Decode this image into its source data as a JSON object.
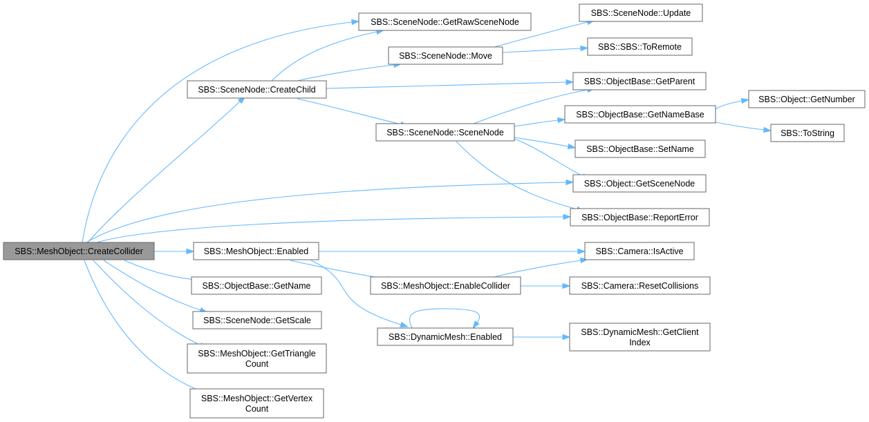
{
  "colors": {
    "edge": "#63b8ff",
    "node_border": "#666666",
    "root_fill": "#999999",
    "node_fill": "#ffffff"
  },
  "nodes": {
    "create_collider": [
      "SBS::MeshObject::CreateCollider"
    ],
    "get_raw_scene_node": [
      "SBS::SceneNode::GetRawSceneNode"
    ],
    "scenenode_update": [
      "SBS::SceneNode::Update"
    ],
    "scenenode_move": [
      "SBS::SceneNode::Move"
    ],
    "to_remote": [
      "SBS::SBS::ToRemote"
    ],
    "create_child": [
      "SBS::SceneNode::CreateChild"
    ],
    "get_parent": [
      "SBS::ObjectBase::GetParent"
    ],
    "object_get_number": [
      "SBS::Object::GetNumber"
    ],
    "get_name_base": [
      "SBS::ObjectBase::GetNameBase"
    ],
    "scenenode_ctor": [
      "SBS::SceneNode::SceneNode"
    ],
    "to_string": [
      "SBS::ToString"
    ],
    "set_name": [
      "SBS::ObjectBase::SetName"
    ],
    "get_scene_node": [
      "SBS::Object::GetSceneNode"
    ],
    "report_error": [
      "SBS::ObjectBase::ReportError"
    ],
    "mesh_enabled": [
      "SBS::MeshObject::Enabled"
    ],
    "camera_is_active": [
      "SBS::Camera::IsActive"
    ],
    "get_name": [
      "SBS::ObjectBase::GetName"
    ],
    "enable_collider": [
      "SBS::MeshObject::EnableCollider"
    ],
    "reset_collisions": [
      "SBS::Camera::ResetCollisions"
    ],
    "get_scale": [
      "SBS::SceneNode::GetScale"
    ],
    "dynmesh_enabled": [
      "SBS::DynamicMesh::Enabled"
    ],
    "get_client_index": [
      "SBS::DynamicMesh::GetClient",
      "Index"
    ],
    "get_triangle_count": [
      "SBS::MeshObject::GetTriangle",
      "Count"
    ],
    "get_vertex_count": [
      "SBS::MeshObject::GetVertex",
      "Count"
    ]
  },
  "edges": [
    [
      "create_collider",
      "get_raw_scene_node"
    ],
    [
      "create_collider",
      "create_child"
    ],
    [
      "create_collider",
      "get_scene_node"
    ],
    [
      "create_collider",
      "report_error"
    ],
    [
      "create_collider",
      "mesh_enabled"
    ],
    [
      "create_collider",
      "get_name"
    ],
    [
      "create_collider",
      "get_scale"
    ],
    [
      "create_collider",
      "get_triangle_count"
    ],
    [
      "create_collider",
      "get_vertex_count"
    ],
    [
      "create_child",
      "get_raw_scene_node"
    ],
    [
      "create_child",
      "scenenode_move"
    ],
    [
      "create_child",
      "get_parent"
    ],
    [
      "create_child",
      "scenenode_ctor"
    ],
    [
      "scenenode_move",
      "scenenode_update"
    ],
    [
      "scenenode_move",
      "to_remote"
    ],
    [
      "scenenode_ctor",
      "get_parent"
    ],
    [
      "scenenode_ctor",
      "get_name_base"
    ],
    [
      "scenenode_ctor",
      "set_name"
    ],
    [
      "scenenode_ctor",
      "get_scene_node"
    ],
    [
      "scenenode_ctor",
      "report_error"
    ],
    [
      "get_name_base",
      "object_get_number"
    ],
    [
      "get_name_base",
      "to_string"
    ],
    [
      "mesh_enabled",
      "camera_is_active"
    ],
    [
      "mesh_enabled",
      "enable_collider"
    ],
    [
      "mesh_enabled",
      "dynmesh_enabled"
    ],
    [
      "enable_collider",
      "camera_is_active"
    ],
    [
      "enable_collider",
      "reset_collisions"
    ],
    [
      "dynmesh_enabled",
      "dynmesh_enabled"
    ],
    [
      "dynmesh_enabled",
      "get_client_index"
    ]
  ]
}
